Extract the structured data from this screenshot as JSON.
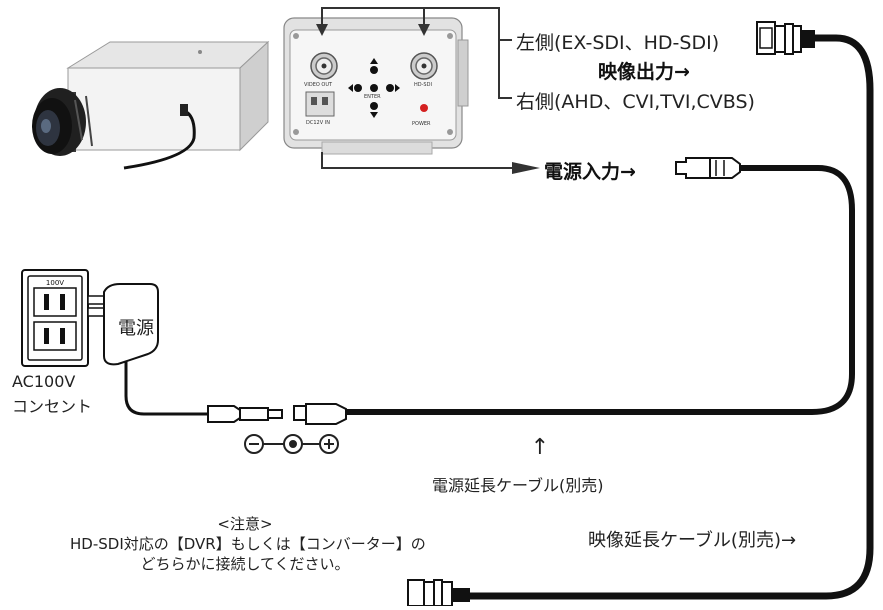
{
  "labels": {
    "left_output": "左側(EX-SDI、HD-SDI)",
    "video_output": "映像出力→",
    "right_output": "右側(AHD、CVI,TVI,CVBS)",
    "power_input": "電源入力→",
    "adapter": "電源",
    "outlet_voltage": "AC100V",
    "outlet_name": "コンセント",
    "outlet_plate": "100V",
    "polarity": [
      "⊖",
      "⊕"
    ],
    "up_arrow": "↑",
    "power_ext_cable": "電源延長ケーブル(別売)",
    "video_ext_cable": "映像延長ケーブル(別売)→"
  },
  "camera_panel": {
    "video_out": "VIDEO OUT",
    "enter": "ENTER",
    "hd_sdi": "HD-SDI",
    "power": "POWER",
    "dc12v": "DC12V IN"
  },
  "note": {
    "title": "<注意>",
    "line1": "HD-SDI対応の【DVR】もしくは【コンバーター】の",
    "line2": "どちらかに接続してください。"
  },
  "colors": {
    "cable": "#111111",
    "line": "#333333",
    "power_led": "#d42020"
  }
}
